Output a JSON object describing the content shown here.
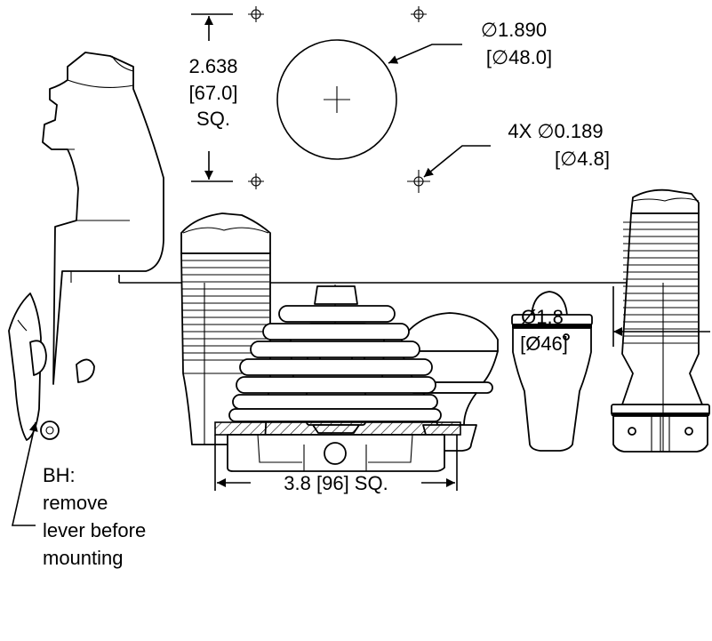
{
  "panel_pattern": {
    "side_dimension": [
      "2.638",
      "[67.0]",
      "SQ."
    ],
    "center_hole": [
      "∅1.890",
      "[∅48.0]"
    ],
    "mount_holes": [
      "4X ∅0.189",
      "[∅4.8]"
    ]
  },
  "joystick": {
    "handle_diameter": [
      "Ø1.8",
      "[Ø46]"
    ],
    "flange_width": "3.8 [96] SQ."
  },
  "note": [
    "BH:",
    "remove",
    "lever before",
    "mounting"
  ],
  "colors": {
    "line": "#000000",
    "background": "#ffffff"
  },
  "icons": [
    "crosshair-icon",
    "arrowhead-icon"
  ]
}
